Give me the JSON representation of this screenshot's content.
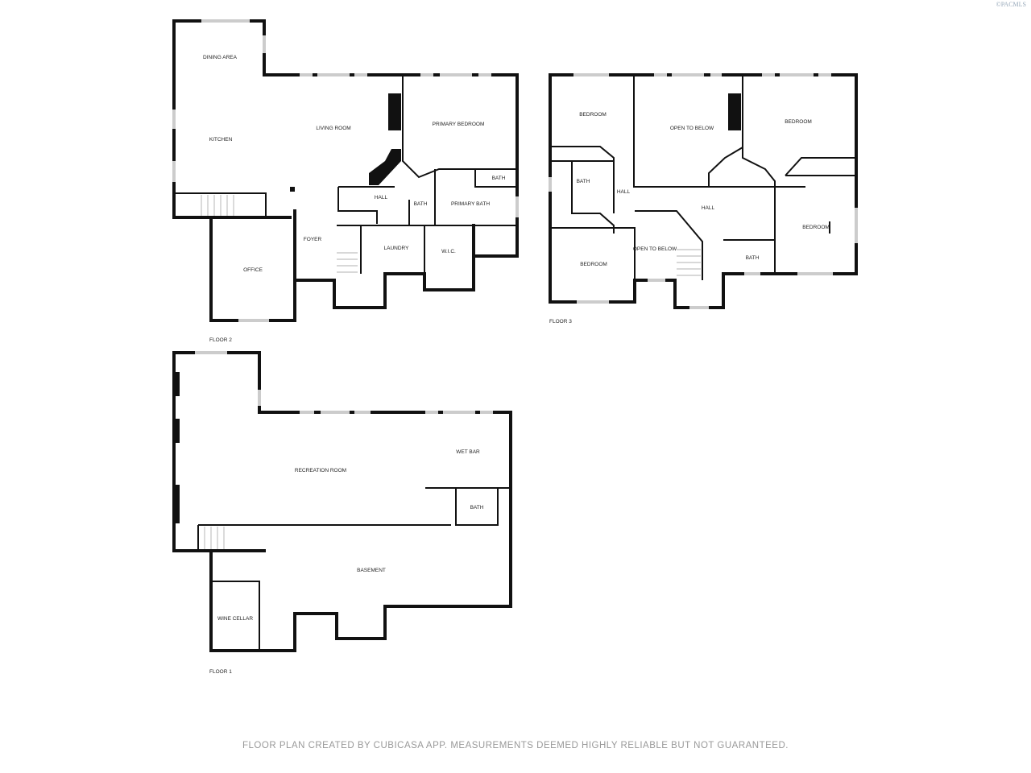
{
  "watermark": "©PACMLS",
  "footer": "FLOOR PLAN CREATED BY CUBICASA APP. MEASUREMENTS DEEMED HIGHLY RELIABLE BUT NOT GUARANTEED.",
  "floor2": {
    "label": "FLOOR 2",
    "rooms": [
      "DINING AREA",
      "KITCHEN",
      "LIVING ROOM",
      "PRIMARY BEDROOM",
      "BATH",
      "HALL",
      "BATH",
      "PRIMARY BATH",
      "FOYER",
      "LAUNDRY",
      "W.I.C.",
      "OFFICE"
    ]
  },
  "floor3": {
    "label": "FLOOR 3",
    "rooms": [
      "BEDROOM",
      "OPEN TO BELOW",
      "BEDROOM",
      "BATH",
      "HALL",
      "HALL",
      "BEDROOM",
      "BEDROOM",
      "OPEN TO BELOW",
      "BATH"
    ]
  },
  "floor1": {
    "label": "FLOOR 1",
    "rooms": [
      "RECREATION ROOM",
      "WET BAR",
      "BATH",
      "BASEMENT",
      "WINE CELLAR"
    ]
  }
}
